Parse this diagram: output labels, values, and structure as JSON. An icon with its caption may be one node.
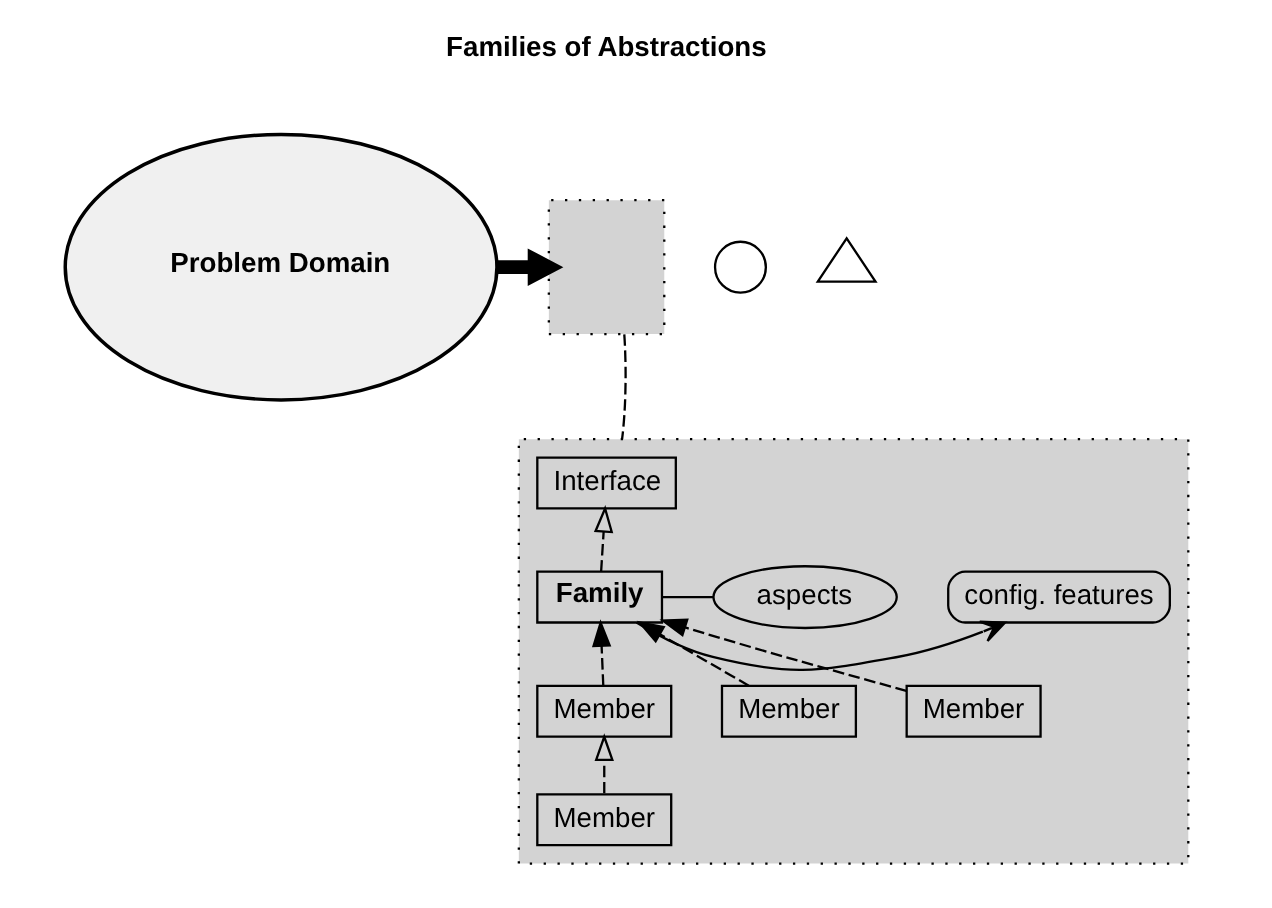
{
  "diagram": {
    "nodes": [
      {
        "text": [
          "Problem Domain"
        ]
      },
      {
        "text": [],
        "shape": "box"
      },
      {
        "text": [],
        "shape": "circle"
      },
      {
        "text": [],
        "shape": "triangle"
      },
      {
        "text": [],
        "shape": "box"
      },
      {
        "text": [
          "Interface"
        ],
        "in": 4
      },
      {
        "text": [
          "Family"
        ],
        "in": 4
      },
      {
        "text": [
          "config. features"
        ],
        "in": 4
      },
      {
        "text": [
          "aspects"
        ],
        "in": 4
      },
      {
        "text": [
          "Member"
        ],
        "in": 4
      },
      {
        "text": [
          "Member"
        ],
        "in": 4
      },
      {
        "text": [
          "Member"
        ],
        "in": 4
      },
      {
        "text": [
          "Member"
        ],
        "in": 4
      }
    ],
    "edges": [
      {
        "from": 0,
        "to": 1,
        "arrow": "to",
        "style": "thick"
      },
      {
        "from": 1,
        "to": 4,
        "arrow": "none",
        "style": "dashed"
      },
      {
        "from": 6,
        "to": 5,
        "arrow": "to",
        "style": "dashed"
      },
      {
        "from": 6,
        "to": 7,
        "arrow": "to"
      },
      {
        "from": 6,
        "to": 8,
        "arrow": "none"
      },
      {
        "from": 9,
        "to": 6,
        "arrow": "to",
        "style": "dashed"
      },
      {
        "from": 10,
        "to": 6,
        "arrow": "to",
        "style": "dashed"
      },
      {
        "from": 11,
        "to": 6,
        "arrow": "to",
        "style": "dashed"
      },
      {
        "from": 12,
        "to": 11,
        "arrow": "to",
        "style": "dashed"
      }
    ],
    "labels": [
      "Families of Abstractions"
    ]
  }
}
